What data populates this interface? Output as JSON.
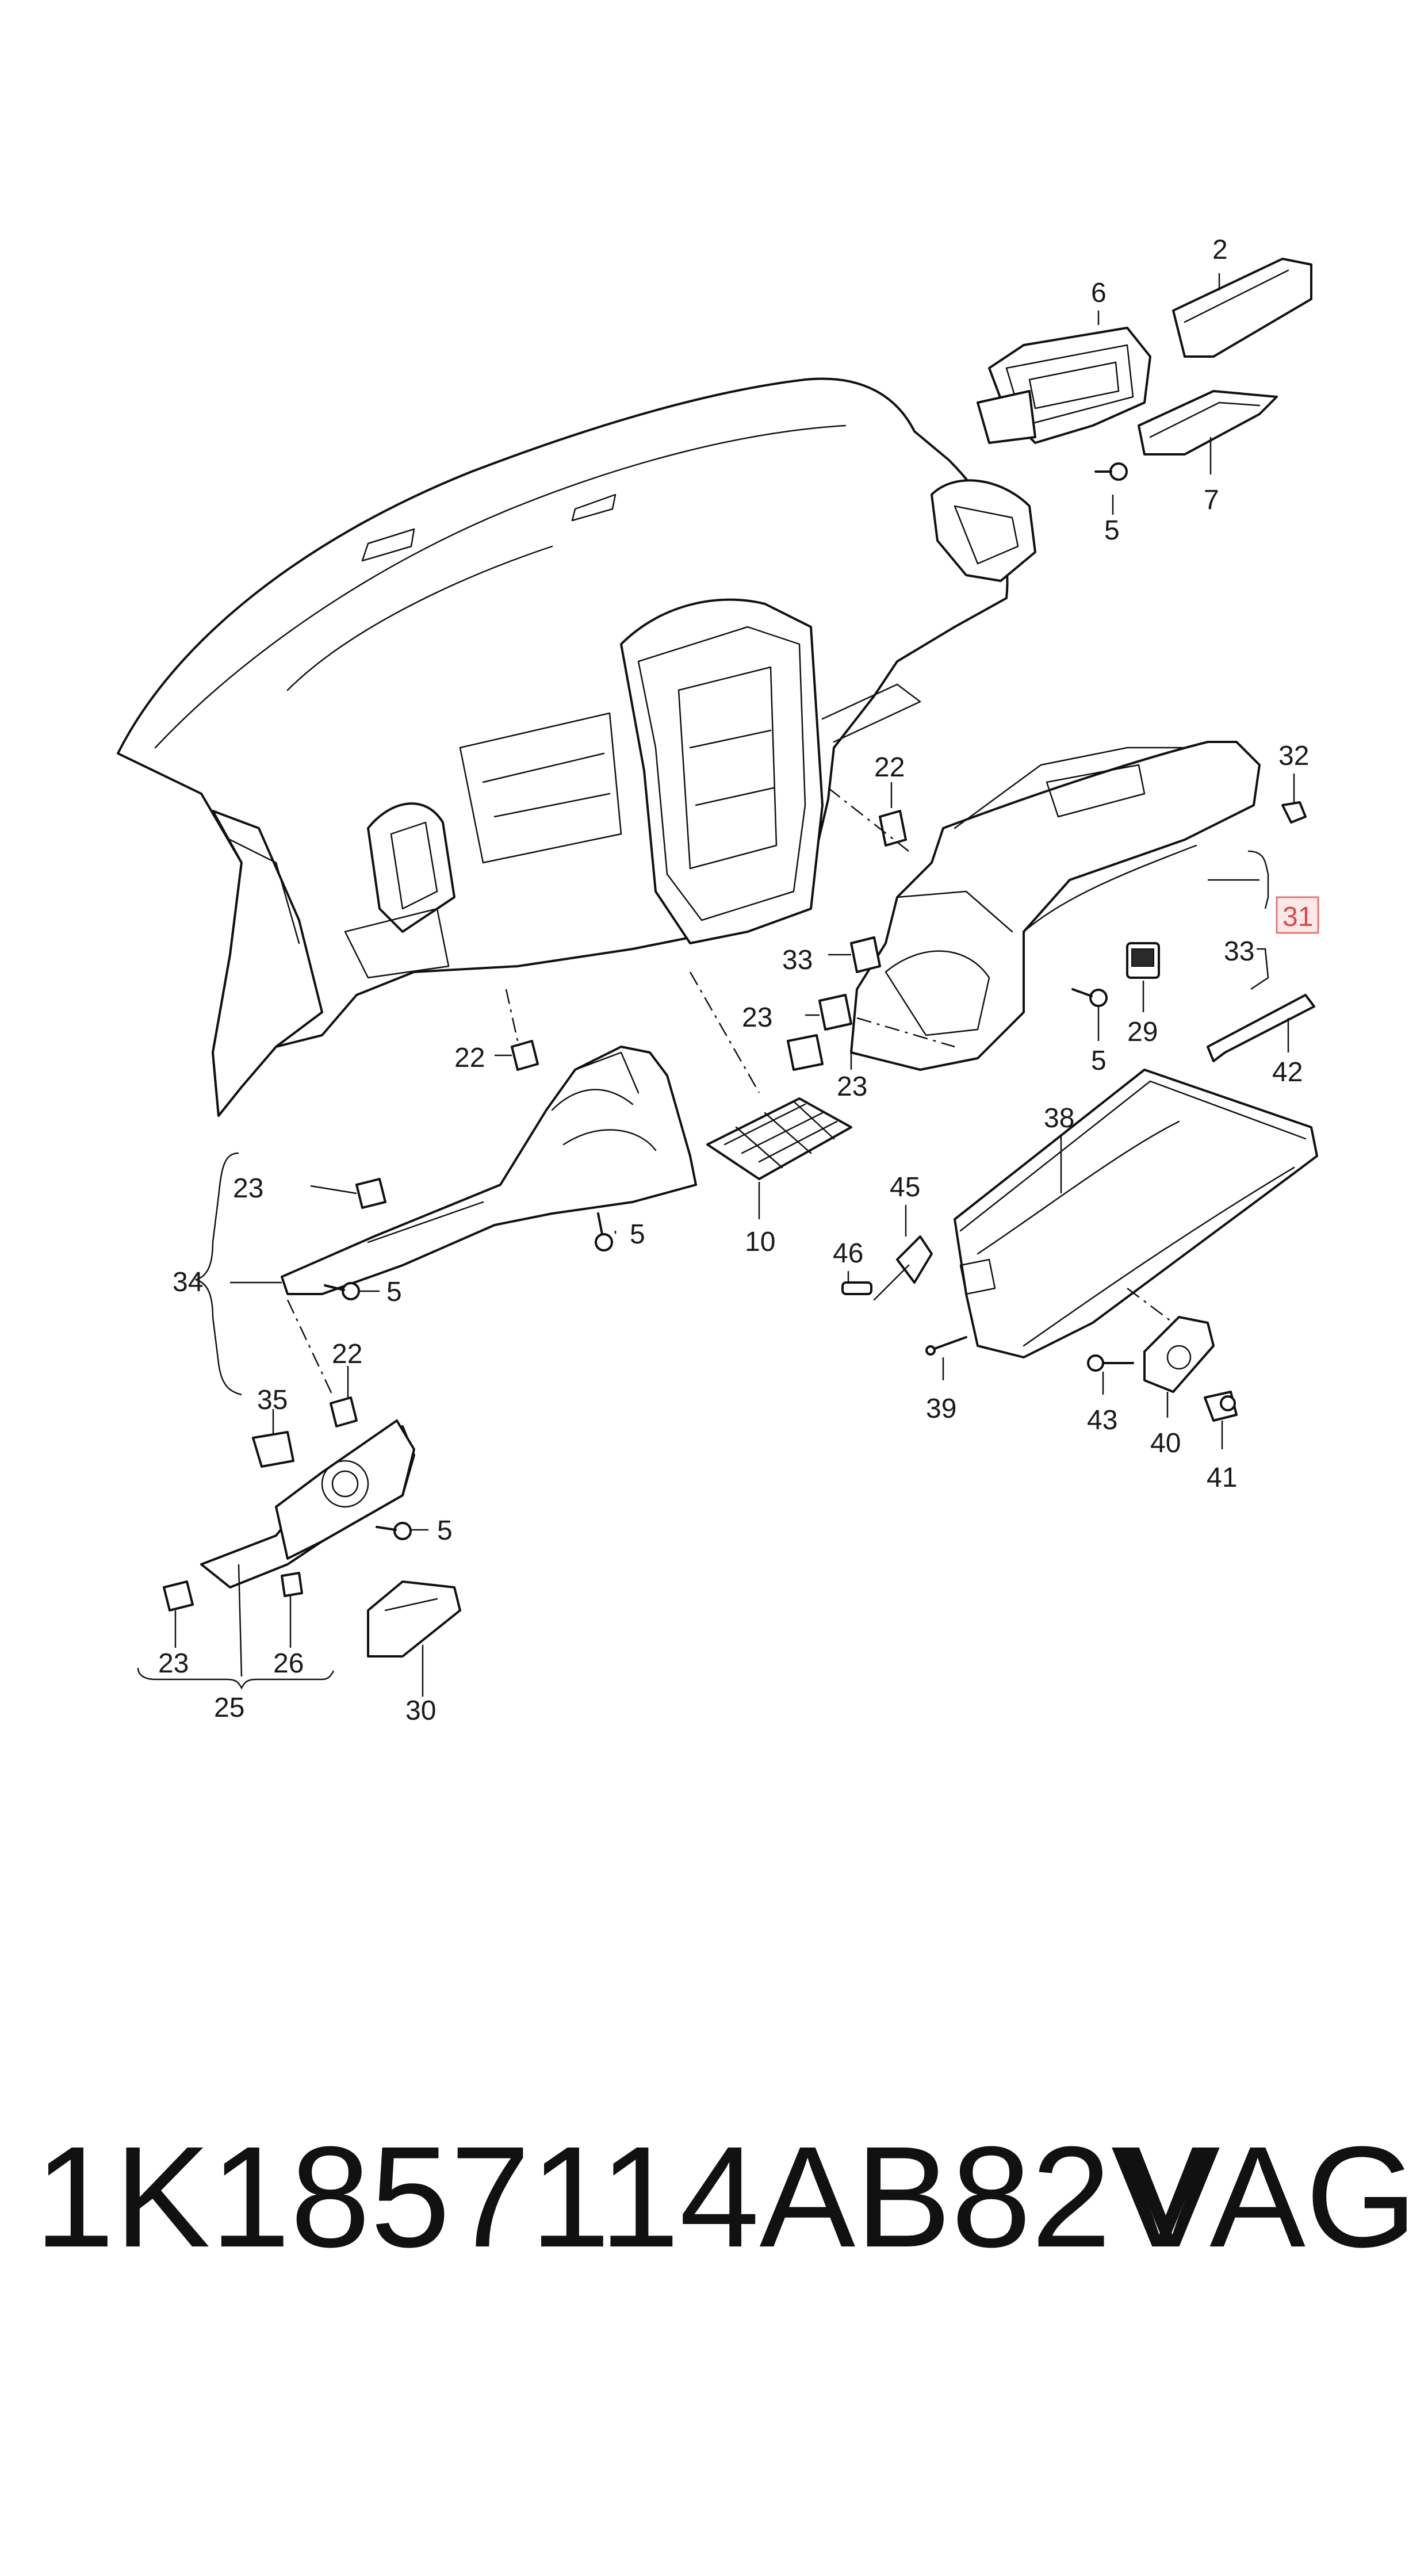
{
  "diagram": {
    "callouts": [
      {
        "id": "c2",
        "text": "2"
      },
      {
        "id": "c6",
        "text": "6"
      },
      {
        "id": "c5a",
        "text": "5"
      },
      {
        "id": "c7",
        "text": "7"
      },
      {
        "id": "c22a",
        "text": "22"
      },
      {
        "id": "c32",
        "text": "32"
      },
      {
        "id": "c31",
        "text": "31",
        "highlighted": true
      },
      {
        "id": "c33a",
        "text": "33"
      },
      {
        "id": "c33b",
        "text": "33"
      },
      {
        "id": "c23a",
        "text": "23"
      },
      {
        "id": "c5b",
        "text": "5"
      },
      {
        "id": "c29",
        "text": "29"
      },
      {
        "id": "c23b",
        "text": "23"
      },
      {
        "id": "c42",
        "text": "42"
      },
      {
        "id": "c22b",
        "text": "22"
      },
      {
        "id": "c38",
        "text": "38"
      },
      {
        "id": "c23c",
        "text": "23"
      },
      {
        "id": "c45",
        "text": "45"
      },
      {
        "id": "c34",
        "text": "34"
      },
      {
        "id": "c5c",
        "text": "5"
      },
      {
        "id": "c46",
        "text": "46"
      },
      {
        "id": "c10",
        "text": "10"
      },
      {
        "id": "c5d",
        "text": "5"
      },
      {
        "id": "c22c",
        "text": "22"
      },
      {
        "id": "c35",
        "text": "35"
      },
      {
        "id": "c39",
        "text": "39"
      },
      {
        "id": "c43",
        "text": "43"
      },
      {
        "id": "c40",
        "text": "40"
      },
      {
        "id": "c41",
        "text": "41"
      },
      {
        "id": "c5e",
        "text": "5"
      },
      {
        "id": "c23d",
        "text": "23"
      },
      {
        "id": "c26",
        "text": "26"
      },
      {
        "id": "c25",
        "text": "25"
      },
      {
        "id": "c30",
        "text": "30"
      }
    ],
    "highlight_color": "#d84a4a"
  },
  "footer": {
    "part_number": "1K1857114AB82V",
    "brand": "VAG"
  }
}
